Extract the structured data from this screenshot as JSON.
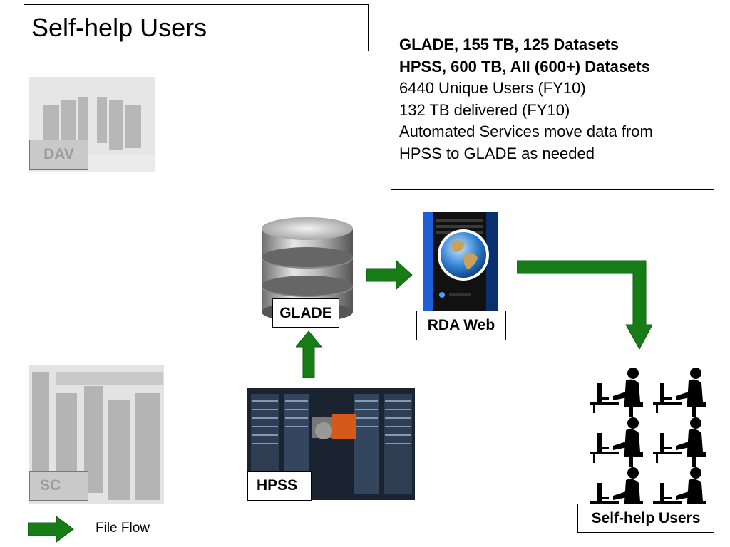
{
  "title": "Self-help Users",
  "info_lines": [
    {
      "text": "GLADE, 155 TB, 125 Datasets",
      "bold": true
    },
    {
      "text": "HPSS, 600 TB, All (600+) Datasets",
      "bold": true
    },
    {
      "text": "6440 Unique Users (FY10)",
      "bold": false
    },
    {
      "text": "132 TB delivered (FY10)",
      "bold": false
    },
    {
      "text": "Automated Services move data from",
      "bold": false
    },
    {
      "text": "HPSS to GLADE as needed",
      "bold": false
    }
  ],
  "nodes": {
    "dav": "DAV",
    "sc": "SC",
    "glade": "GLADE",
    "rda_web": "RDA Web",
    "hpss": "HPSS",
    "self_help_users": "Self-help Users"
  },
  "legend": {
    "label": "File Flow",
    "icon": "green-arrow-icon"
  },
  "colors": {
    "arrow": "#167d16",
    "server_accent": "#1d5fd6",
    "box_border": "#000000"
  },
  "icons": [
    "supercomputer-icon",
    "database-icon",
    "server-globe-icon",
    "tape-library-icon",
    "users-at-desks-icon"
  ]
}
